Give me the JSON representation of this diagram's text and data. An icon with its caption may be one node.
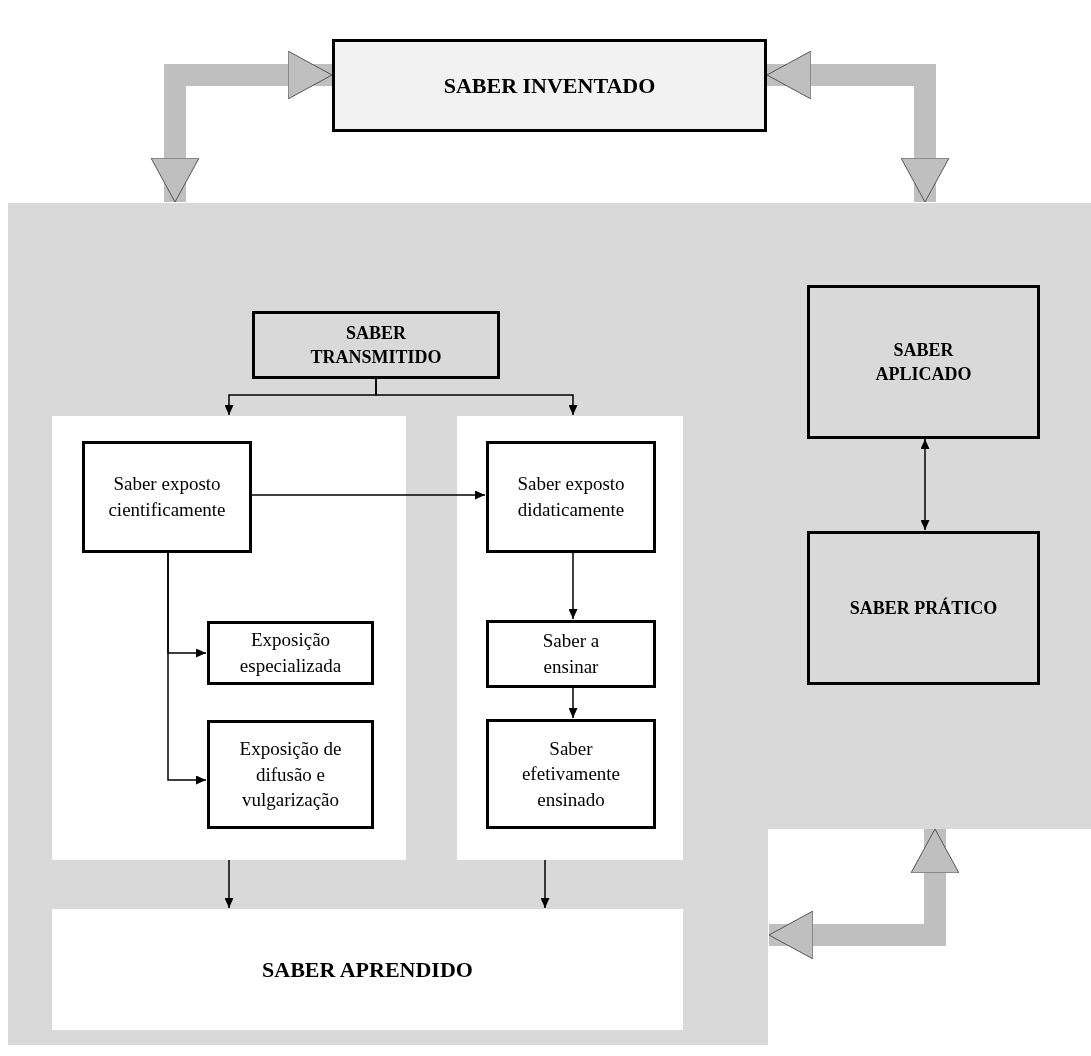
{
  "diagram": {
    "nodes": [
      {
        "text": [
          "SABER INVENTADO"
        ]
      },
      {
        "text": [],
        "shape": "box"
      },
      {
        "text": [
          "SABER TRANSMITIDO"
        ],
        "in": 1
      },
      {
        "text": [],
        "shape": "box",
        "in": 1
      },
      {
        "text": [
          "Saber exposto cientificamente"
        ],
        "in": 3
      },
      {
        "text": [
          "Exposição especializada"
        ],
        "in": 3
      },
      {
        "text": [
          "Exposição de difusão e vulgarização"
        ],
        "in": 3
      },
      {
        "text": [],
        "shape": "box",
        "in": 1
      },
      {
        "text": [
          "Saber exposto didaticamente"
        ],
        "in": 7
      },
      {
        "text": [
          "Saber a ensinar"
        ],
        "in": 7
      },
      {
        "text": [
          "Saber efetivamente ensinado"
        ],
        "in": 7
      },
      {
        "text": [
          "SABER APRENDIDO"
        ],
        "in": 1
      },
      {
        "text": [],
        "shape": "box"
      },
      {
        "text": [
          "SABER APLICADO"
        ],
        "in": 12
      },
      {
        "text": [
          "SABER PRÁTICO"
        ],
        "in": 12
      }
    ],
    "edges": [
      {
        "from": 0,
        "to": 1,
        "arrow": "both",
        "style": "thick",
        "color": "#bfbfbf"
      },
      {
        "from": 0,
        "to": 12,
        "arrow": "both",
        "style": "thick",
        "color": "#bfbfbf"
      },
      {
        "from": 12,
        "to": 1,
        "arrow": "both",
        "style": "thick",
        "color": "#bfbfbf"
      },
      {
        "from": 2,
        "to": 3,
        "arrow": "to"
      },
      {
        "from": 2,
        "to": 7,
        "arrow": "to"
      },
      {
        "from": 4,
        "to": 8,
        "arrow": "to"
      },
      {
        "from": 4,
        "to": 5,
        "arrow": "to"
      },
      {
        "from": 4,
        "to": 6,
        "arrow": "to"
      },
      {
        "from": 8,
        "to": 9,
        "arrow": "to"
      },
      {
        "from": 9,
        "to": 10,
        "arrow": "to"
      },
      {
        "from": 13,
        "to": 14,
        "arrow": "both"
      },
      {
        "from": 3,
        "to": 11,
        "arrow": "to"
      },
      {
        "from": 7,
        "to": 11,
        "arrow": "to"
      }
    ]
  }
}
